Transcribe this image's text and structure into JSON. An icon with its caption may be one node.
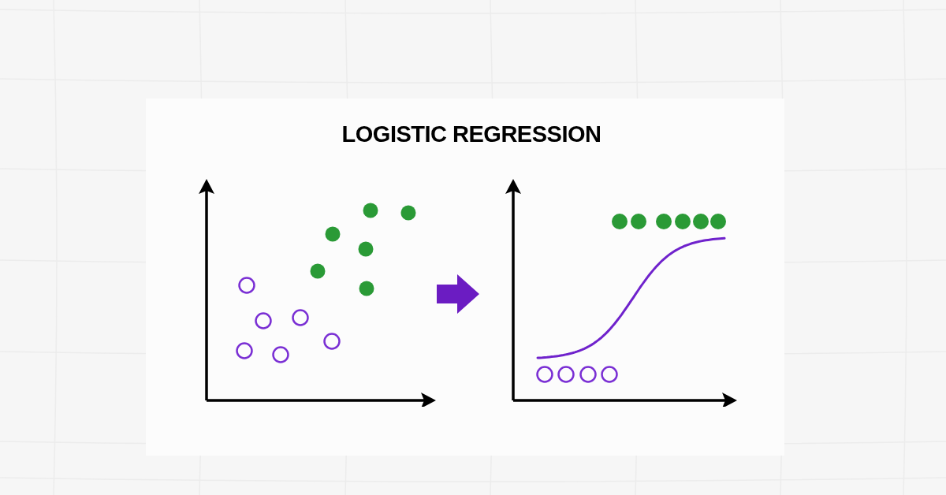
{
  "diagram": {
    "title": "LOGISTIC REGRESSION",
    "nodes": [
      {
        "text": [],
        "shape": "picture"
      },
      {
        "text": [],
        "shape": "picture"
      }
    ],
    "edges": [
      {
        "from": 0,
        "to": 1,
        "arrow": "to",
        "style": "thick",
        "color": "#6b1cc2"
      }
    ]
  }
}
